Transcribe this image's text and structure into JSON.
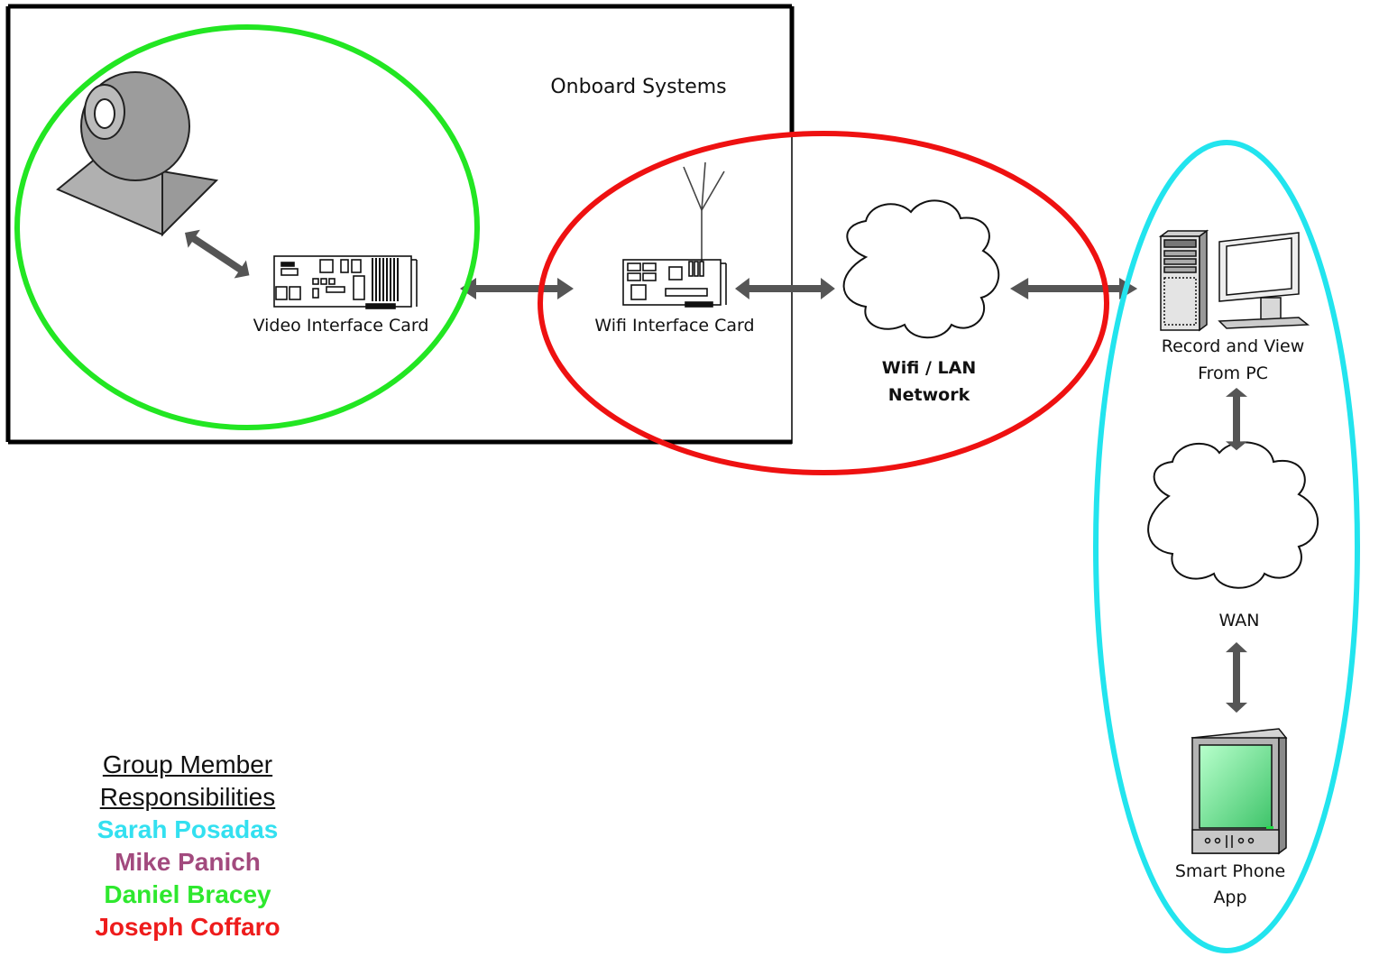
{
  "labels": {
    "onboard_systems": "Onboard Systems",
    "video_interface_card": "Video Interface Card",
    "wifi_interface_card": "Wifi Interface Card",
    "wifi_lan_network_line1": "Wifi / LAN",
    "wifi_lan_network_line2": "Network",
    "record_view_line1": "Record and View",
    "record_view_line2": "From PC",
    "wan": "WAN",
    "smart_phone_line1": "Smart Phone",
    "smart_phone_line2": "App"
  },
  "legend": {
    "heading_line1": "Group Member",
    "heading_line2": "Responsibilities",
    "members": [
      {
        "name": "Sarah Posadas",
        "color": "#33e0f0"
      },
      {
        "name": "Mike Panich",
        "color": "#a24a7e"
      },
      {
        "name": "Daniel Bracey",
        "color": "#2ee82e"
      },
      {
        "name": "Joseph Coffaro",
        "color": "#ee1c1c"
      }
    ]
  },
  "colors": {
    "green_group": "#22e622",
    "red_group": "#ee1111",
    "cyan_group": "#22e4ee",
    "arrow": "#555555",
    "device_gray": "#b0b0b0"
  },
  "icons": [
    "webcam-icon",
    "video-card-icon",
    "wifi-card-icon",
    "cloud-icon",
    "tower-pc-icon",
    "monitor-icon",
    "smartphone-icon"
  ]
}
